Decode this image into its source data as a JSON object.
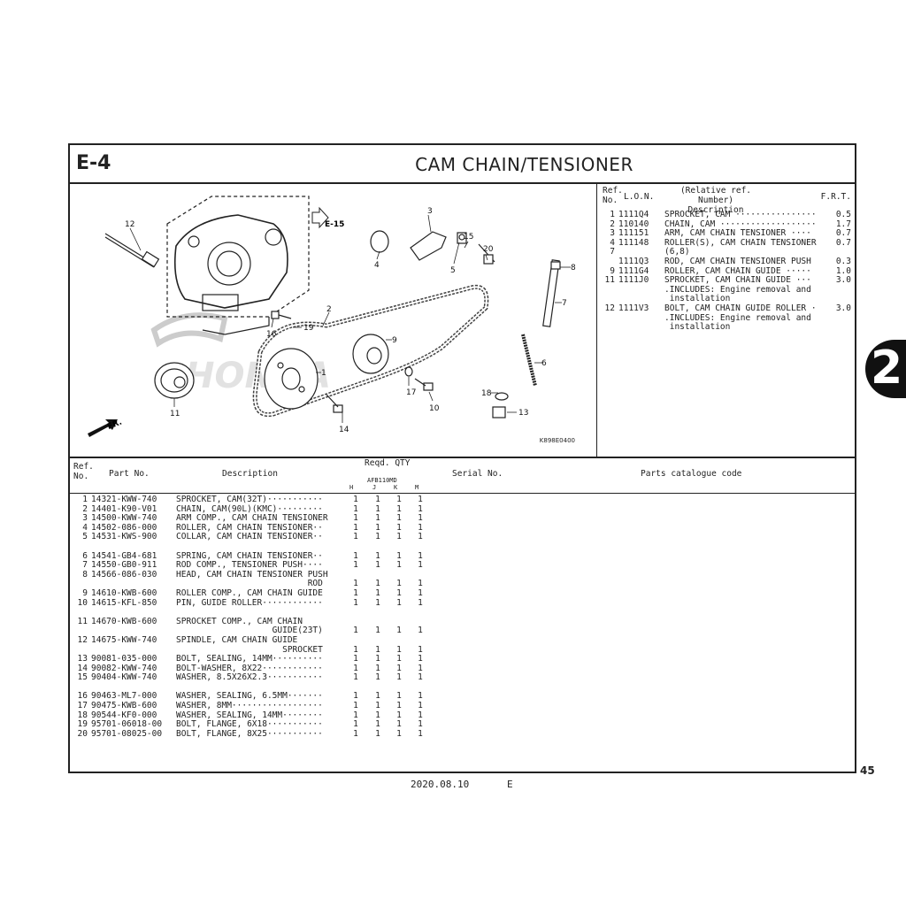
{
  "header": {
    "section": "E-4",
    "title": "CAM  CHAIN/TENSIONER"
  },
  "illustration": {
    "ref_code": "K898E0400",
    "arrow_ref": "E-15",
    "fr_label": "FR.",
    "callouts": [
      "1",
      "2",
      "3",
      "4",
      "5",
      "6",
      "7",
      "8",
      "9",
      "10",
      "11",
      "12",
      "13",
      "14",
      "15",
      "16",
      "17",
      "18",
      "19",
      "20"
    ],
    "icons": [
      "engine-case-drawing",
      "cam-sprocket-drawing",
      "cam-chain-drawing",
      "tensioner-arm-drawing",
      "honda-watermark"
    ]
  },
  "side_table": {
    "col_ref_1": "Ref.",
    "col_ref_2": "No.",
    "col_lon": "L.O.N.",
    "col_desc_1": "(Relative ref. Number)",
    "col_desc_2": "Description",
    "col_frt": "F.R.T.",
    "rows": [
      {
        "n": "1",
        "l": "1111Q4",
        "d": "SPROCKET, CAM ················",
        "f": "0.5"
      },
      {
        "n": "2",
        "l": "110140",
        "d": "CHAIN, CAM ···················",
        "f": "1.7"
      },
      {
        "n": "3",
        "l": "111151",
        "d": "ARM, CAM CHAIN TENSIONER ····",
        "f": "0.7"
      },
      {
        "n": "4",
        "l": "111148",
        "d": "ROLLER(S), CAM CHAIN TENSIONER",
        "f": "0.7"
      },
      {
        "n": "7",
        "l": "",
        "d": "(6,8)",
        "f": ""
      },
      {
        "n": "",
        "l": "1111Q3",
        "d": "ROD, CAM CHAIN TENSIONER PUSH",
        "f": "0.3"
      },
      {
        "n": "9",
        "l": "1111G4",
        "d": "ROLLER, CAM CHAIN GUIDE ·····",
        "f": "1.0"
      },
      {
        "n": "11",
        "l": "1111J0",
        "d": "SPROCKET, CAM CHAIN GUIDE ···",
        "f": "3.0"
      },
      {
        "n": "",
        "l": "",
        "d": ".INCLUDES: Engine removal and",
        "f": ""
      },
      {
        "n": "",
        "l": "",
        "d": " installation",
        "f": ""
      },
      {
        "n": "12",
        "l": "1111V3",
        "d": "BOLT, CAM CHAIN GUIDE ROLLER ·",
        "f": "3.0"
      },
      {
        "n": "",
        "l": "",
        "d": ".INCLUDES: Engine removal and",
        "f": ""
      },
      {
        "n": "",
        "l": "",
        "d": " installation",
        "f": ""
      }
    ]
  },
  "list_header": {
    "ref_1": "Ref.",
    "ref_2": "No.",
    "part_no": "Part No.",
    "description": "Description",
    "reqd_qty": "Reqd. QTY",
    "model": "AFB110MD",
    "cols": [
      "H",
      "J",
      "K",
      "M"
    ],
    "serial_no": "Serial No.",
    "catalogue_code": "Parts catalogue code"
  },
  "parts": [
    {
      "ref": "1",
      "part": "14321-KWW-740",
      "desc": "SPROCKET, CAM(32T)···········",
      "qty": [
        "1",
        "1",
        "1",
        "1"
      ],
      "gap": false
    },
    {
      "ref": "2",
      "part": "14401-K90-V01",
      "desc": "CHAIN, CAM(90L)(KMC)·········",
      "qty": [
        "1",
        "1",
        "1",
        "1"
      ],
      "gap": false
    },
    {
      "ref": "3",
      "part": "14500-KWW-740",
      "desc": "ARM COMP., CAM CHAIN TENSIONER",
      "qty": [
        "1",
        "1",
        "1",
        "1"
      ],
      "gap": false
    },
    {
      "ref": "4",
      "part": "14502-086-000",
      "desc": "ROLLER, CAM CHAIN TENSIONER··",
      "qty": [
        "1",
        "1",
        "1",
        "1"
      ],
      "gap": false
    },
    {
      "ref": "5",
      "part": "14531-KWS-900",
      "desc": "COLLAR, CAM CHAIN TENSIONER··",
      "qty": [
        "1",
        "1",
        "1",
        "1"
      ],
      "gap": false
    },
    {
      "ref": "6",
      "part": "14541-GB4-681",
      "desc": "SPRING, CAM CHAIN TENSIONER··",
      "qty": [
        "1",
        "1",
        "1",
        "1"
      ],
      "gap": true
    },
    {
      "ref": "7",
      "part": "14550-GB0-911",
      "desc": "ROD COMP., TENSIONER PUSH····",
      "qty": [
        "1",
        "1",
        "1",
        "1"
      ],
      "gap": false
    },
    {
      "ref": "8",
      "part": "14566-086-030",
      "desc": "HEAD, CAM CHAIN TENSIONER PUSH",
      "qty": [
        "",
        "",
        "",
        ""
      ],
      "gap": false
    },
    {
      "ref": "",
      "part": "",
      "desc": "                          ROD",
      "qty": [
        "1",
        "1",
        "1",
        "1"
      ],
      "gap": false
    },
    {
      "ref": "9",
      "part": "14610-KWB-600",
      "desc": "ROLLER COMP., CAM CHAIN GUIDE",
      "qty": [
        "1",
        "1",
        "1",
        "1"
      ],
      "gap": false
    },
    {
      "ref": "10",
      "part": "14615-KFL-850",
      "desc": "PIN, GUIDE ROLLER············",
      "qty": [
        "1",
        "1",
        "1",
        "1"
      ],
      "gap": false
    },
    {
      "ref": "11",
      "part": "14670-KWB-600",
      "desc": "SPROCKET COMP., CAM CHAIN",
      "qty": [
        "",
        "",
        "",
        ""
      ],
      "gap": true
    },
    {
      "ref": "",
      "part": "",
      "desc": "                   GUIDE(23T)",
      "qty": [
        "1",
        "1",
        "1",
        "1"
      ],
      "gap": false
    },
    {
      "ref": "12",
      "part": "14675-KWW-740",
      "desc": "SPINDLE, CAM CHAIN GUIDE",
      "qty": [
        "",
        "",
        "",
        ""
      ],
      "gap": false
    },
    {
      "ref": "",
      "part": "",
      "desc": "                     SPROCKET",
      "qty": [
        "1",
        "1",
        "1",
        "1"
      ],
      "gap": false
    },
    {
      "ref": "13",
      "part": "90081-035-000",
      "desc": "BOLT, SEALING, 14MM··········",
      "qty": [
        "1",
        "1",
        "1",
        "1"
      ],
      "gap": false
    },
    {
      "ref": "14",
      "part": "90082-KWW-740",
      "desc": "BOLT-WASHER, 8X22············",
      "qty": [
        "1",
        "1",
        "1",
        "1"
      ],
      "gap": false
    },
    {
      "ref": "15",
      "part": "90404-KWW-740",
      "desc": "WASHER, 8.5X26X2.3···········",
      "qty": [
        "1",
        "1",
        "1",
        "1"
      ],
      "gap": false
    },
    {
      "ref": "16",
      "part": "90463-ML7-000",
      "desc": "WASHER, SEALING, 6.5MM·······",
      "qty": [
        "1",
        "1",
        "1",
        "1"
      ],
      "gap": true
    },
    {
      "ref": "17",
      "part": "90475-KWB-600",
      "desc": "WASHER, 8MM··················",
      "qty": [
        "1",
        "1",
        "1",
        "1"
      ],
      "gap": false
    },
    {
      "ref": "18",
      "part": "90544-KF0-000",
      "desc": "WASHER, SEALING, 14MM········",
      "qty": [
        "1",
        "1",
        "1",
        "1"
      ],
      "gap": false
    },
    {
      "ref": "19",
      "part": "95701-06018-00",
      "desc": "BOLT, FLANGE, 6X18···········",
      "qty": [
        "1",
        "1",
        "1",
        "1"
      ],
      "gap": false
    },
    {
      "ref": "20",
      "part": "95701-08025-00",
      "desc": "BOLT, FLANGE, 8X25···········",
      "qty": [
        "1",
        "1",
        "1",
        "1"
      ],
      "gap": false
    }
  ],
  "footer": {
    "date": "2020.08.10",
    "edition": "E",
    "page": "45",
    "chapter_tab": "2"
  }
}
